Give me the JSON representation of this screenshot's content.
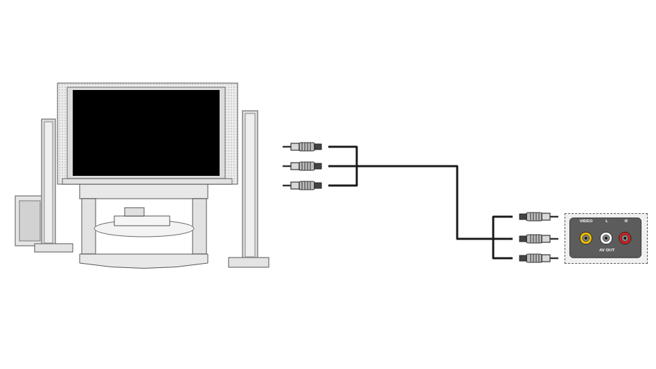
{
  "diagram": {
    "nodes": [
      {
        "text": [
          "VIDEO",
          "L",
          "R",
          "AV OUT"
        ]
      }
    ]
  }
}
